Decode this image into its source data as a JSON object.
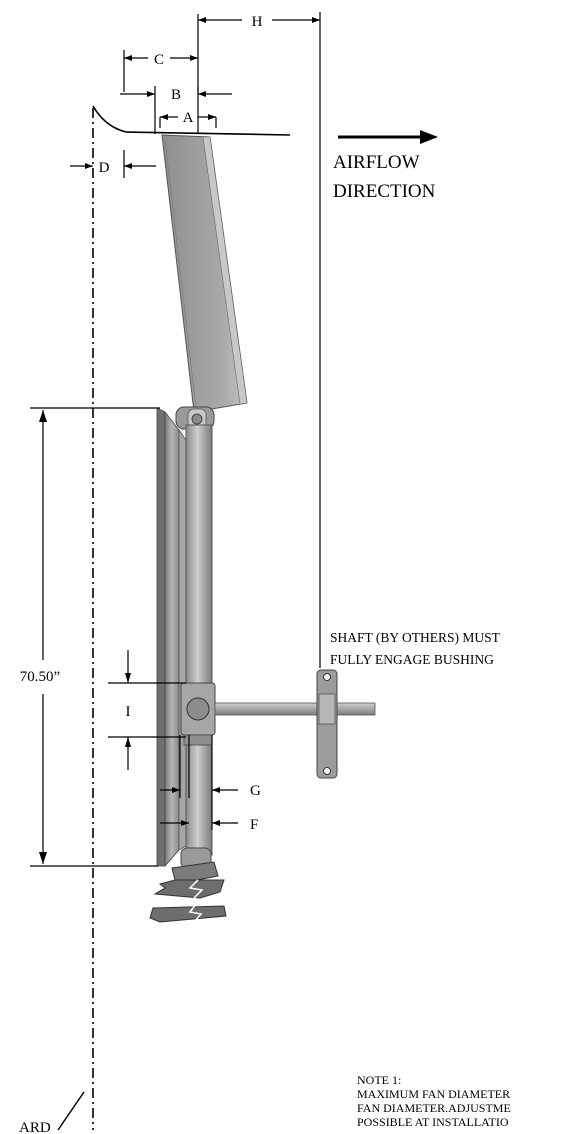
{
  "dimensions": {
    "a": "A",
    "b": "B",
    "c": "C",
    "d": "D",
    "e": "",
    "f": "F",
    "g": "G",
    "h": "H",
    "i": "I",
    "height": "70.50”"
  },
  "airflow": {
    "line1": "AIRFLOW",
    "line2": "DIRECTION"
  },
  "shaft_note": {
    "line1": "SHAFT (BY OTHERS) MUST",
    "line2": "FULLY ENGAGE BUSHING"
  },
  "note1": {
    "title": "NOTE 1:",
    "line1": "MAXIMUM FAN DIAMETER",
    "line2": "FAN DIAMETER.ADJUSTME",
    "line3": "POSSIBLE AT INSTALLATIO"
  },
  "guard_label": "ARD",
  "colors": {
    "line": "#000000",
    "metal_light": "#b9b9b9",
    "metal_mid": "#9a9a9a",
    "metal_dark": "#6e6e6e"
  }
}
